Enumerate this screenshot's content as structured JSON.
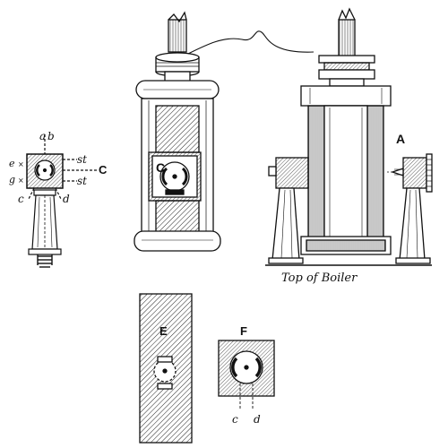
{
  "figure": {
    "labels": {
      "A": "A",
      "C": "C",
      "E": "E",
      "F": "F",
      "a": "a",
      "b": "b",
      "e": "e",
      "g": "g",
      "c": "c",
      "d": "d",
      "st_top": "st",
      "st_bottom": "st",
      "C_face": "C",
      "F_c": "c",
      "F_d": "d",
      "boiler": "Top of Boiler"
    },
    "colors": {
      "ink": "#111111",
      "paper": "#ffffff"
    }
  }
}
